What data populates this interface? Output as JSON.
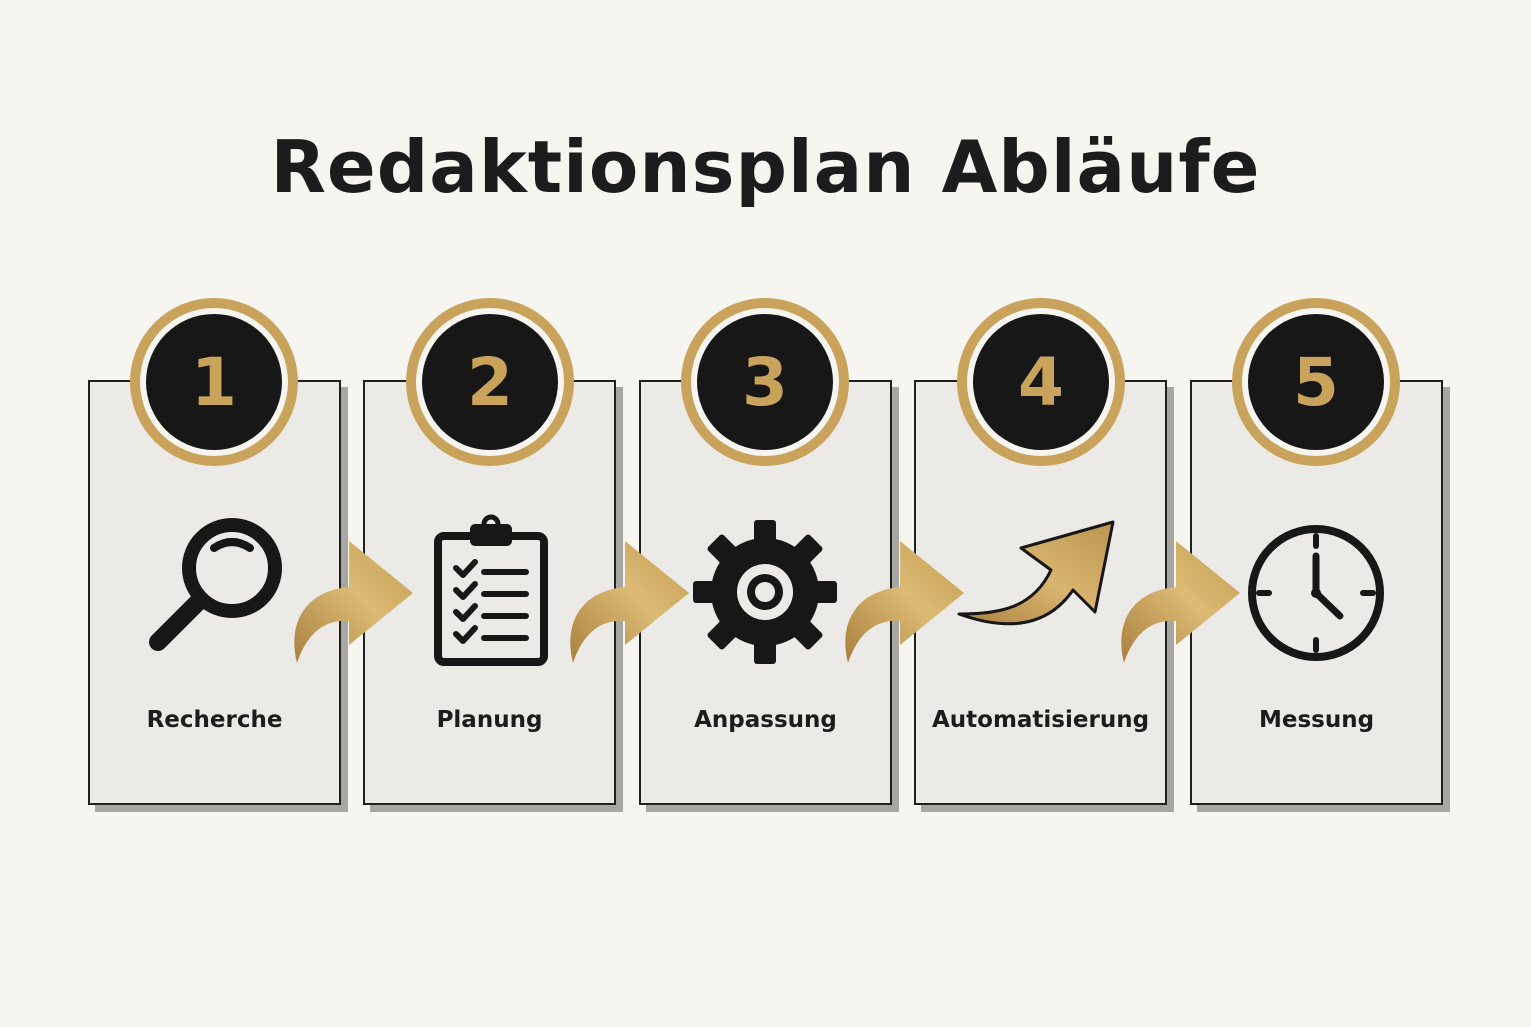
{
  "title": "Redaktionsplan Abläufe",
  "colors": {
    "accent_gold": "#c9a35b",
    "dark": "#171717",
    "card_bg": "#ebeae6",
    "page_bg": "#f6f5f0"
  },
  "steps": [
    {
      "number": "1",
      "label": "Recherche",
      "icon": "magnifier-icon"
    },
    {
      "number": "2",
      "label": "Planung",
      "icon": "clipboard-checklist-icon"
    },
    {
      "number": "3",
      "label": "Anpassung",
      "icon": "gear-icon"
    },
    {
      "number": "4",
      "label": "Automatisierung",
      "icon": "trend-arrow-icon"
    },
    {
      "number": "5",
      "label": "Messung",
      "icon": "clock-icon"
    }
  ]
}
